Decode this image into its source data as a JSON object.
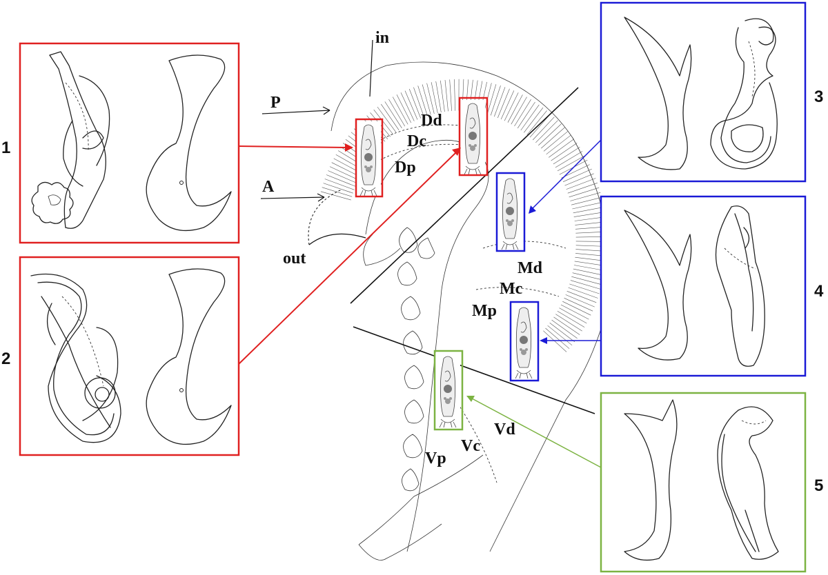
{
  "colors": {
    "red_group": "#e02020",
    "blue_group": "#1a1ad6",
    "green_group": "#7cb342",
    "ink": "#222222"
  },
  "gill_labels": {
    "in": "in",
    "out": "out",
    "P": "P",
    "A": "A",
    "Dd": "Dd",
    "Dc": "Dc",
    "Dp": "Dp",
    "Md": "Md",
    "Mc": "Mc",
    "Mp": "Mp",
    "Vd": "Vd",
    "Vc": "Vc",
    "Vp": "Vp"
  },
  "panels": [
    {
      "number": "1",
      "group": "red"
    },
    {
      "number": "2",
      "group": "red"
    },
    {
      "number": "3",
      "group": "blue"
    },
    {
      "number": "4",
      "group": "blue"
    },
    {
      "number": "5",
      "group": "green"
    }
  ]
}
